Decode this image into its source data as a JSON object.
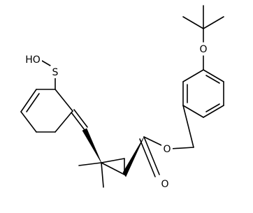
{
  "molecule": {
    "atoms": {
      "sulfur": "S",
      "hydroxyl": "HO",
      "ester_oxygen": "O",
      "carbonyl_oxygen": "O",
      "ether_oxygen": "O"
    }
  },
  "colors": {
    "bond": "#000000",
    "background": "#ffffff"
  }
}
